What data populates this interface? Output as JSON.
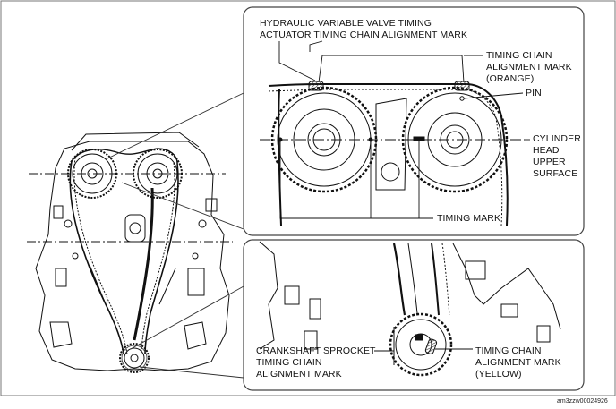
{
  "labels": {
    "hvvt_line1": "HYDRAULIC VARIABLE VALVE TIMING",
    "hvvt_line2": "ACTUATOR TIMING CHAIN ALIGNMENT MARK",
    "tc_orange_1": "TIMING CHAIN",
    "tc_orange_2": "ALIGNMENT MARK",
    "tc_orange_3": "(ORANGE)",
    "pin": "PIN",
    "cyl_1": "CYLINDER",
    "cyl_2": "HEAD",
    "cyl_3": "UPPER",
    "cyl_4": "SURFACE",
    "timing_mark": "TIMING MARK",
    "crank_1": "CRANKSHAFT SPROCKET",
    "crank_2": "TIMING CHAIN",
    "crank_3": "ALIGNMENT MARK",
    "tc_yellow_1": "TIMING CHAIN",
    "tc_yellow_2": "ALIGNMENT MARK",
    "tc_yellow_3": "(YELLOW)"
  },
  "figure_code": "am3zzw00024926",
  "colors": {
    "line": "#111111",
    "frame": "#444444",
    "hatch": "#555555"
  }
}
